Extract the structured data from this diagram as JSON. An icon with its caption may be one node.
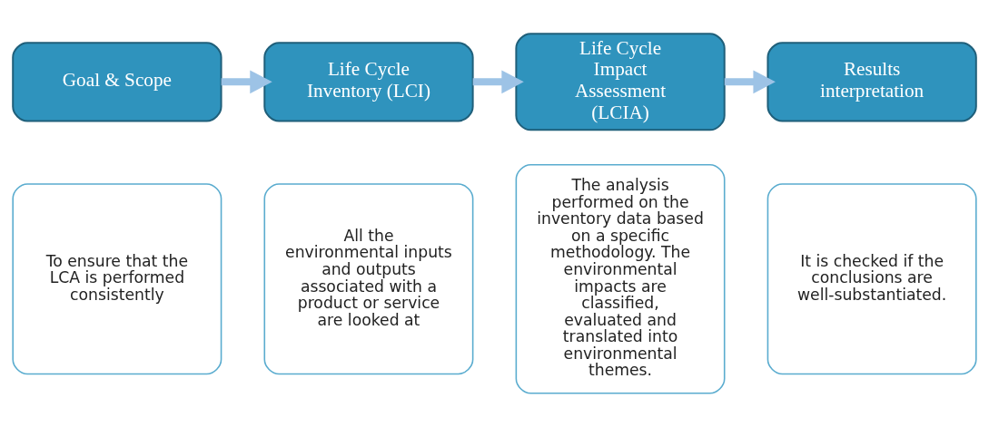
{
  "diagram": {
    "nodes": [
      {
        "text": [
          "Goal & Scope"
        ]
      },
      {
        "text": [
          "Life Cycle Inventory (LCI)"
        ]
      },
      {
        "text": [
          "Life Cycle Impact Assessment (LCIA)"
        ]
      },
      {
        "text": [
          "Results interpretation"
        ]
      },
      {
        "text": [
          "To ensure that the LCA is performed consistently"
        ]
      },
      {
        "text": [
          "All the environmental inputs and outputs associated with a product or service are looked at"
        ]
      },
      {
        "text": [
          "The analysis performed on the inventory data based on a specific methodology. The environmental impacts are classified, evaluated and translated into environmental themes."
        ]
      },
      {
        "text": [
          "It is checked if the conclusions are well-substantiated."
        ]
      }
    ],
    "edges": [
      {
        "from": 0,
        "to": 1,
        "arrow": "to"
      },
      {
        "from": 1,
        "to": 2,
        "arrow": "to"
      },
      {
        "from": 2,
        "to": 3,
        "arrow": "to"
      }
    ]
  }
}
